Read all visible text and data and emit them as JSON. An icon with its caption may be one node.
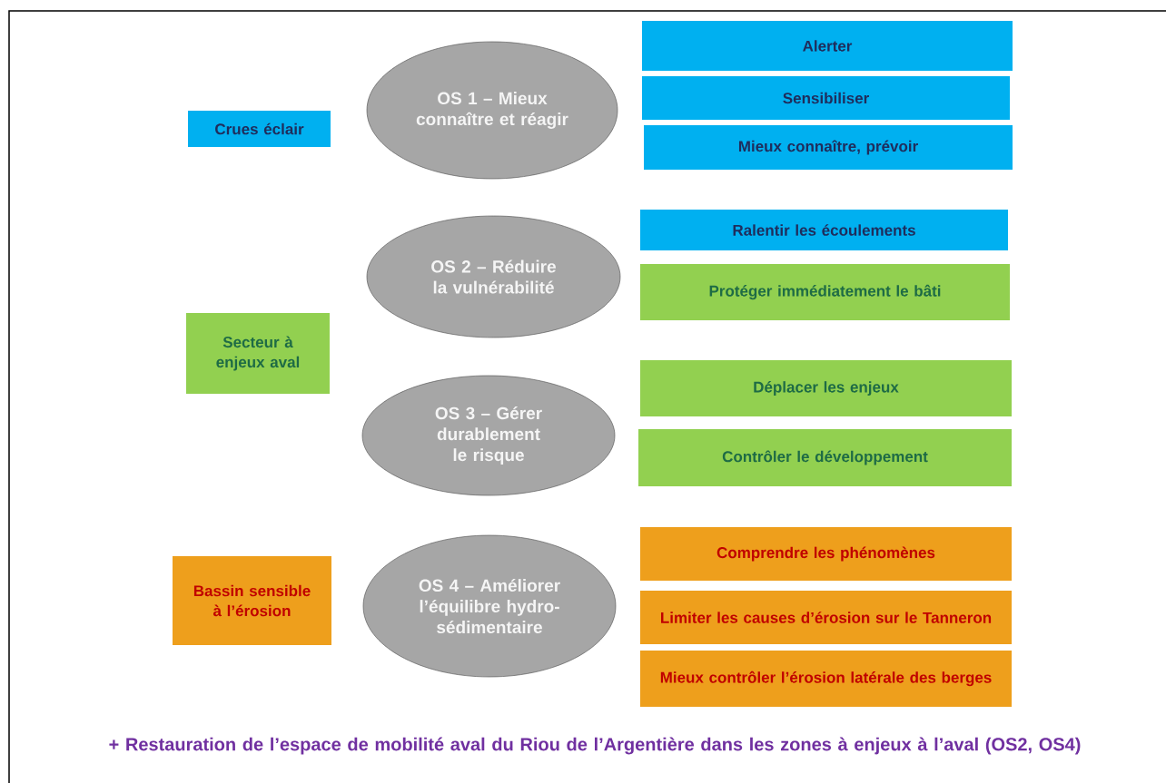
{
  "diagram": {
    "nodes": [
      {
        "text": [
          "Crues éclair"
        ]
      },
      {
        "text": [
          "Secteur à enjeux aval"
        ]
      },
      {
        "text": [
          "Bassin sensible à l’érosion"
        ]
      },
      {
        "text": [
          "OS 1 – Mieux connaître et réagir"
        ]
      },
      {
        "text": [
          "OS 2 – Réduire la vulnérabilité"
        ]
      },
      {
        "text": [
          "OS 3 – Gérer durablement le risque"
        ]
      },
      {
        "text": [
          "OS 4 – Améliorer l’équilibre hydro-sédimentaire"
        ]
      },
      {
        "text": [
          "Alerter"
        ]
      },
      {
        "text": [
          "Sensibiliser"
        ]
      },
      {
        "text": [
          "Mieux connaître, prévoir"
        ]
      },
      {
        "text": [
          "Ralentir les écoulements"
        ]
      },
      {
        "text": [
          "Protéger immédiatement le bâti"
        ]
      },
      {
        "text": [
          "Déplacer les enjeux"
        ]
      },
      {
        "text": [
          "Contrôler le développement"
        ]
      },
      {
        "text": [
          "Comprendre les phénomènes"
        ]
      },
      {
        "text": [
          "Limiter les causes d’érosion sur le Tanneron"
        ]
      },
      {
        "text": [
          "Mieux contrôler l’érosion latérale des berges"
        ]
      }
    ],
    "edges": [],
    "caption": "+ Restauration de l’espace de mobilité aval du Riou de l’Argentière dans les zones à enjeux à l’aval (OS2, OS4)"
  }
}
